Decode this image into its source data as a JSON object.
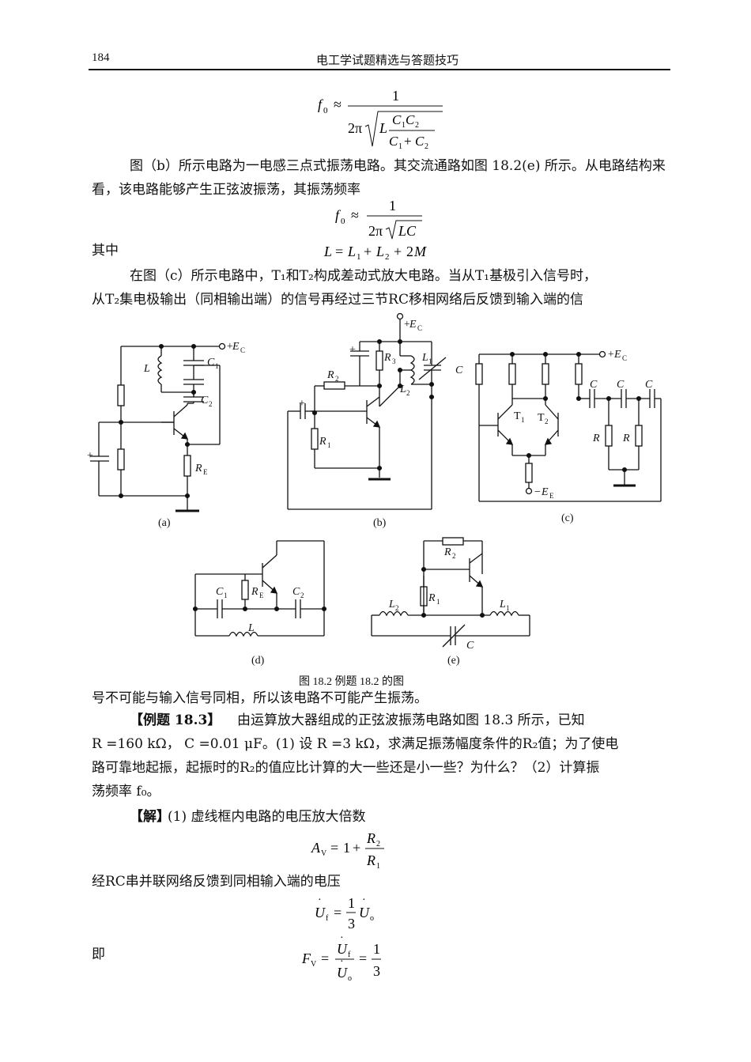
{
  "header": {
    "page_number": "184",
    "title": "电工学试题精选与答题技巧"
  },
  "para_b": "图（b）所示电路为一电感三点式振荡电路。其交流通路如图 18.2(e) 所示。从电路结构来看，该电路能够产生正弦波振荡，其振荡频率",
  "label_qizhong": "其中",
  "para_c_1": "在图（c）所示电路中，T₁和T₂构成差动式放大电路。当从T₁基极引入信号时，",
  "para_c_2": "从T₂集电极输出（同相输出端）的信号再经过三节RC移相网络后反馈到输入端的信",
  "figure": {
    "caption": "图 18.2  例题 18.2 的图",
    "sub_a": "(a)",
    "sub_b": "(b)",
    "sub_c": "(c)",
    "sub_d": "(d)",
    "sub_e": "(e)"
  },
  "para_after_fig": "号不可能与输入信号同相，所以该电路不可能产生振荡。",
  "example": {
    "label": "【例题  18.3】",
    "line1": "由运算放大器组成的正弦波振荡电路如图 18.3 所示，已知",
    "line2": "R =160 kΩ，  C =0.01 μF。(1) 设 R =3 kΩ，求满足振荡幅度条件的R₂值；为了使电",
    "line3": "路可靠地起振，起振时的R₂的值应比计算的大一些还是小一些？为什么？（2）计算振",
    "line4": "荡频率 f₀。"
  },
  "solution": {
    "label": "【解】",
    "line1": "(1) 虚线框内电路的电压放大倍数",
    "line2": "经RC串并联网络反馈到同相输入端的电压",
    "label_ji": "即"
  }
}
